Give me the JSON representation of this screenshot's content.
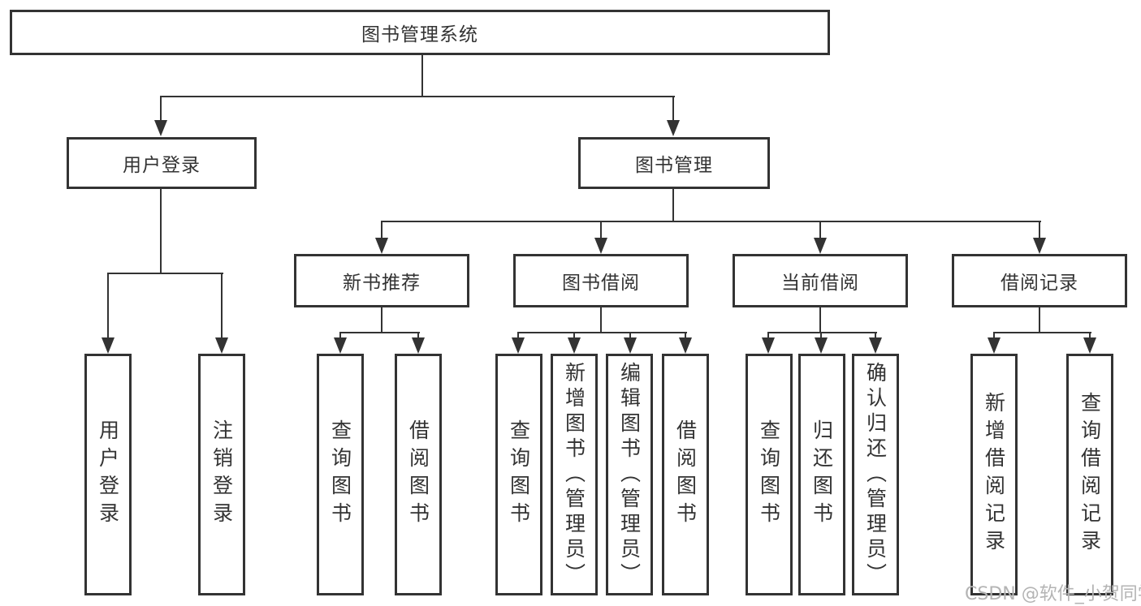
{
  "tree": {
    "root": {
      "label": "图书管理系统"
    },
    "branches": [
      {
        "label": "用户登录",
        "leaves": [
          {
            "label": "用户登录"
          },
          {
            "label": "注销登录"
          }
        ]
      },
      {
        "label": "图书管理",
        "sections": [
          {
            "label": "新书推荐",
            "leaves": [
              {
                "label": "查询图书"
              },
              {
                "label": "借阅图书"
              }
            ]
          },
          {
            "label": "图书借阅",
            "leaves": [
              {
                "label": "查询图书"
              },
              {
                "label": "新增图书（管理员）"
              },
              {
                "label": "编辑图书（管理员）"
              },
              {
                "label": "借阅图书"
              }
            ]
          },
          {
            "label": "当前借阅",
            "leaves": [
              {
                "label": "查询图书"
              },
              {
                "label": "归还图书"
              },
              {
                "label": "确认归还（管理员）"
              }
            ]
          },
          {
            "label": "借阅记录",
            "leaves": [
              {
                "label": "新增借阅记录"
              },
              {
                "label": "查询借阅记录"
              }
            ]
          }
        ]
      }
    ]
  },
  "watermark": {
    "text": "CSDN @软件_小贺同学"
  },
  "colors": {
    "line": "#333333",
    "text": "#333333",
    "background": "#ffffff",
    "watermark": "#b4b4b4"
  }
}
